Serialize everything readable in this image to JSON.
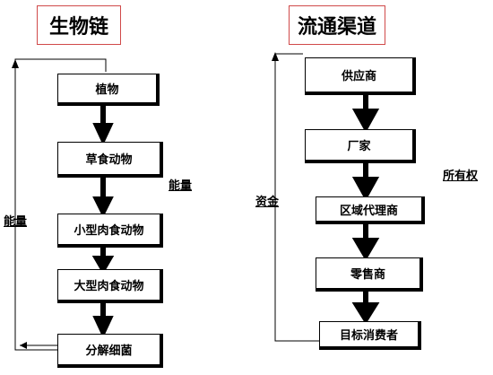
{
  "food_chain": {
    "title": "生物链",
    "nodes": [
      "植物",
      "草食动物",
      "小型肉食动物",
      "大型肉食动物",
      "分解细菌"
    ],
    "label_energy_right": "能量",
    "label_energy_left": "能量"
  },
  "distribution": {
    "title": "流通渠道",
    "nodes": [
      "供应商",
      "厂家",
      "区域代理商",
      "零售商",
      "目标消费者"
    ],
    "label_funds": "资金",
    "label_ownership": "所有权"
  }
}
